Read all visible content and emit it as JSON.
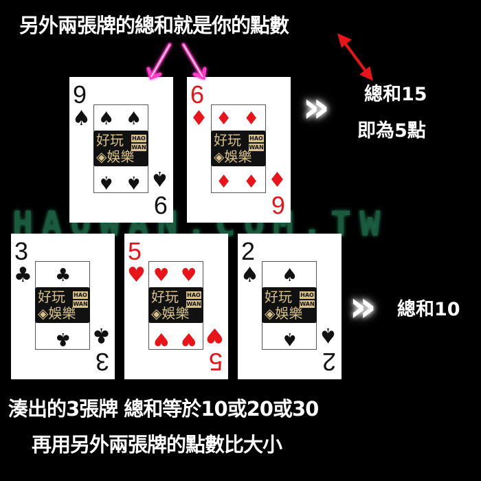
{
  "title": "另外兩張牌的總和就是你的點數",
  "watermark": "HAOWAN.COM.TW",
  "logo": {
    "line1": "好玩",
    "line2": "◈娛樂",
    "tag1": "HAO",
    "tag2": "WAN"
  },
  "top_row": {
    "cards": [
      {
        "rank": "9",
        "suit": "♠",
        "color": "#111111"
      },
      {
        "rank": "6",
        "suit": "♦",
        "color": "#e8141a"
      }
    ],
    "result_line1": "總和15",
    "result_line2": "即為5點"
  },
  "bottom_row": {
    "cards": [
      {
        "rank": "3",
        "suit": "♣",
        "color": "#111111"
      },
      {
        "rank": "5",
        "suit": "♥",
        "color": "#e8141a"
      },
      {
        "rank": "2",
        "suit": "♠",
        "color": "#111111"
      }
    ],
    "result": "總和10"
  },
  "footer": {
    "line1": "湊出的3張牌  總和等於10或20或30",
    "line2": "再用另外兩張牌的點數比大小"
  },
  "icons": {
    "chevron": "»",
    "pointer_arrows": "magenta-neon-arrows",
    "double_arrow": "red-double-arrow"
  },
  "colors": {
    "background": "#000000",
    "text": "#ffffff",
    "red_suit": "#e8141a",
    "accent_arrows": "#ff3cc8",
    "link_arrow": "#e8141a",
    "watermark": "#1f6b4a"
  }
}
